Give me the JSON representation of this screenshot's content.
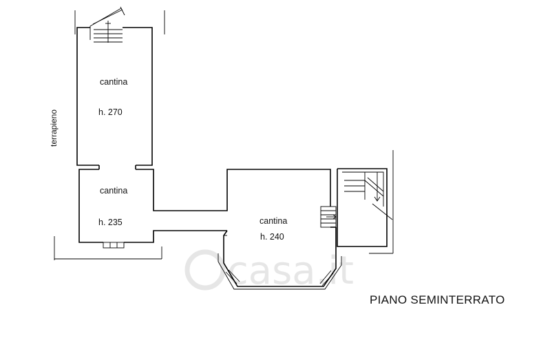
{
  "plan": {
    "title": "PIANO SEMINTERRATO",
    "side_label": "terrapieno",
    "watermark": "casa.it",
    "rooms": [
      {
        "name": "cantina",
        "height": "h. 270"
      },
      {
        "name": "cantina",
        "height": "h. 235"
      },
      {
        "name": "cantina",
        "height": "h. 240"
      }
    ]
  }
}
